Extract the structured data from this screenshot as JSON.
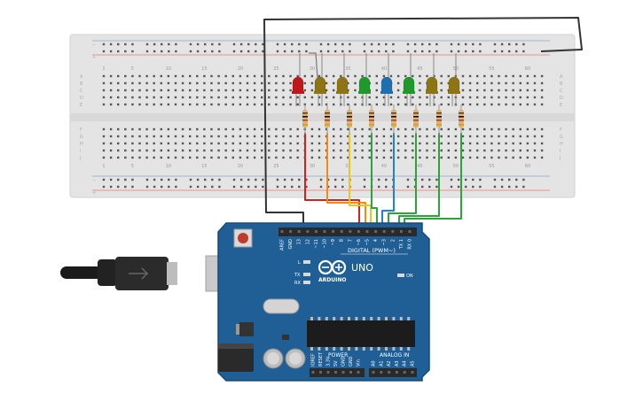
{
  "colors": {
    "breadboard": "#e4e4e4",
    "board": "#1f5f95",
    "board_edge": "#174a75",
    "header": "#2a2a2a",
    "rail_red": "#e57a7a",
    "rail_blue": "#8aa6c8",
    "wire_black": "#333333"
  },
  "breadboard": {
    "column_labels": [
      "1",
      "5",
      "10",
      "15",
      "20",
      "25",
      "30",
      "35",
      "40",
      "45",
      "50",
      "55",
      "60"
    ],
    "row_labels_top": [
      "A",
      "B",
      "C",
      "D",
      "E"
    ],
    "row_labels_bottom": [
      "F",
      "G",
      "H",
      "I",
      "J"
    ],
    "rail_plus": "+",
    "rail_minus": "−"
  },
  "leds": [
    {
      "name": "red",
      "color": "#c0171b"
    },
    {
      "name": "olive-1",
      "color": "#8e7412"
    },
    {
      "name": "olive-2",
      "color": "#8e7412"
    },
    {
      "name": "green-1",
      "color": "#1d9a2a"
    },
    {
      "name": "blue",
      "color": "#1d6fb0"
    },
    {
      "name": "green-2",
      "color": "#1d9a2a"
    },
    {
      "name": "olive-3",
      "color": "#8e7412"
    },
    {
      "name": "olive-4",
      "color": "#8e7412"
    }
  ],
  "wires": [
    {
      "color": "#d81f1f"
    },
    {
      "color": "#ef8a12"
    },
    {
      "color": "#f0c419"
    },
    {
      "color": "#2ea33b"
    },
    {
      "color": "#1e84d0"
    },
    {
      "color": "#2ea33b"
    },
    {
      "color": "#2ea33b"
    },
    {
      "color": "#2ea33b"
    }
  ],
  "arduino": {
    "brand": "ARDUINO",
    "model": "UNO",
    "digital_label": "DIGITAL (PWM~)",
    "power_label": "POWER",
    "analog_label": "ANALOG IN",
    "on_label": "ON",
    "led_labels": [
      "L",
      "TX",
      "RX"
    ],
    "digital_pins": [
      "AREF",
      "GND",
      "13",
      "12",
      "~11",
      "~10",
      "~9",
      "8",
      "7",
      "~6",
      "~5",
      "4",
      "~3",
      "2",
      "TX 1",
      "RX 0"
    ],
    "power_pins": [
      "IOREF",
      "RESET",
      "3.3V",
      "5V",
      "GND",
      "GND",
      "Vin"
    ],
    "analog_pins": [
      "A0",
      "A1",
      "A2",
      "A3",
      "A4",
      "A5"
    ]
  }
}
